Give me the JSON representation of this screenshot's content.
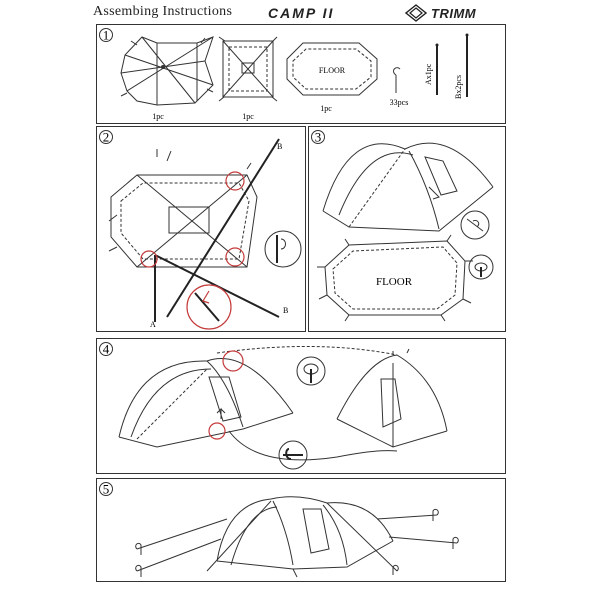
{
  "header": {
    "title": "Assembing  Instructions",
    "model": "CAMP II",
    "brand": "TRIMM"
  },
  "steps": [
    {
      "number": "1"
    },
    {
      "number": "2"
    },
    {
      "number": "3"
    },
    {
      "number": "4"
    },
    {
      "number": "5"
    }
  ],
  "step1": {
    "outer_tent_qty": "1pc",
    "inner_tent_qty": "1pc",
    "floor_label": "FLOOR",
    "floor_qty": "1pc",
    "pegs_qty": "33pcs",
    "pole_a_label": "Ax1pc",
    "pole_b_label": "Bx2pcs"
  },
  "step2": {
    "label_b_top": "B",
    "label_b_bottom": "B",
    "label_a": "A"
  },
  "step3": {
    "floor_label": "FLOOR"
  },
  "colors": {
    "line": "#333333",
    "highlight_circle": "#c43a3a",
    "background": "#ffffff"
  }
}
